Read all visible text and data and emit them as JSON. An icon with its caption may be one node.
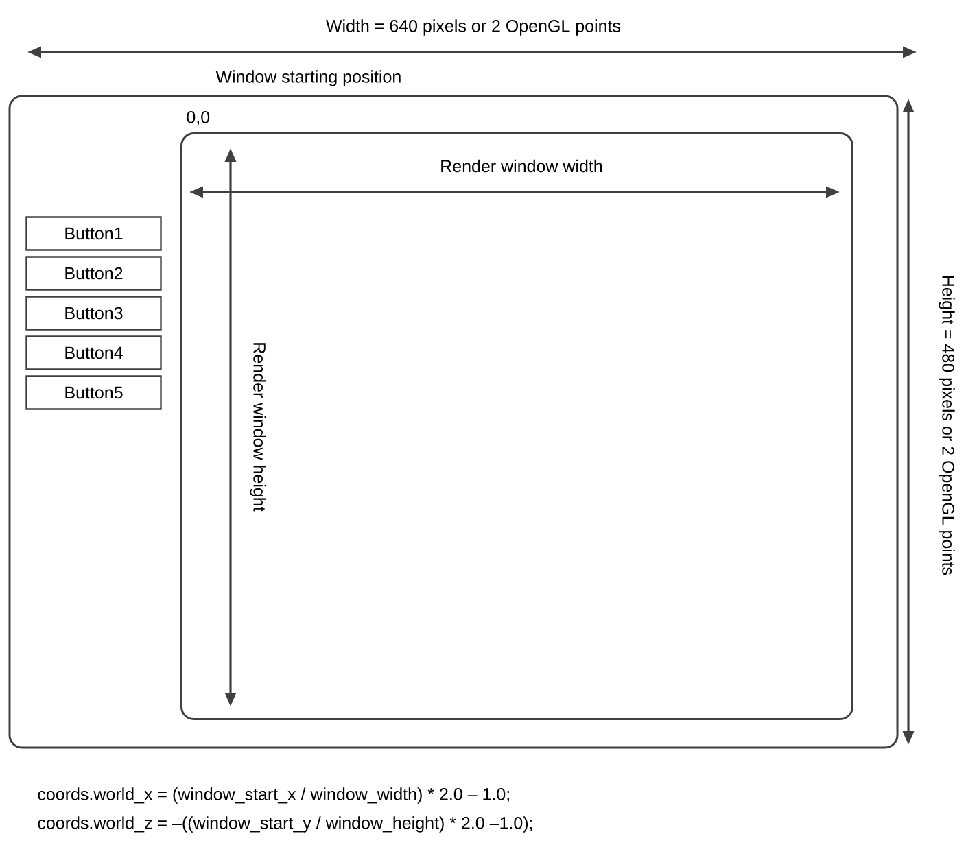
{
  "diagram": {
    "nodes": [
      {
        "text": [
          "Window starting position"
        ]
      },
      {
        "text": [],
        "shape": "box",
        "beside": [
          "0,0"
        ],
        "in": 0
      },
      {
        "text": [
          "Button1"
        ],
        "in": 0
      },
      {
        "text": [
          "Button2"
        ],
        "in": 0
      },
      {
        "text": [
          "Button3"
        ],
        "in": 0
      },
      {
        "text": [
          "Button4"
        ],
        "in": 0
      },
      {
        "text": [
          "Button5"
        ],
        "in": 0
      }
    ],
    "labels": [
      "Width = 640 pixels or 2 OpenGL points",
      "Render window width",
      "Render window height",
      "Height = 480 pixels or 2 OpenGL points",
      "coords.world_x = (window_start_x / window_width) * 2.0 – 1.0;",
      "coords.world_z = –((window_start_y / window_height) * 2.0 –1.0);"
    ]
  }
}
